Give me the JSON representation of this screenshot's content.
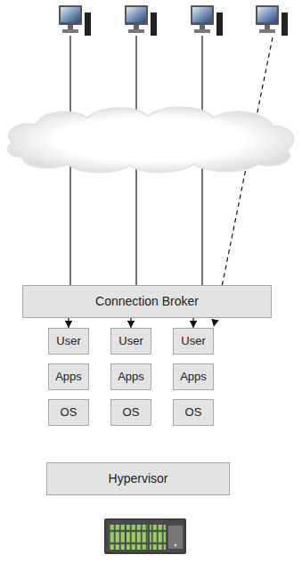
{
  "diagram": {
    "nodes": [
      {
        "text": [
          "Connection Broker"
        ]
      },
      {
        "text": [
          "User"
        ]
      },
      {
        "text": [
          "User"
        ]
      },
      {
        "text": [
          "User"
        ]
      },
      {
        "text": [
          "Apps"
        ]
      },
      {
        "text": [
          "Apps"
        ]
      },
      {
        "text": [
          "Apps"
        ]
      },
      {
        "text": [
          "OS"
        ]
      },
      {
        "text": [
          "OS"
        ]
      },
      {
        "text": [
          "OS"
        ]
      },
      {
        "text": [
          "Hypervisor"
        ]
      }
    ],
    "edges": [
      {
        "from": 0,
        "to": 1,
        "arrow": "to"
      },
      {
        "from": 0,
        "to": 2,
        "arrow": "to"
      },
      {
        "from": 0,
        "to": 3,
        "arrow": "to"
      }
    ]
  }
}
